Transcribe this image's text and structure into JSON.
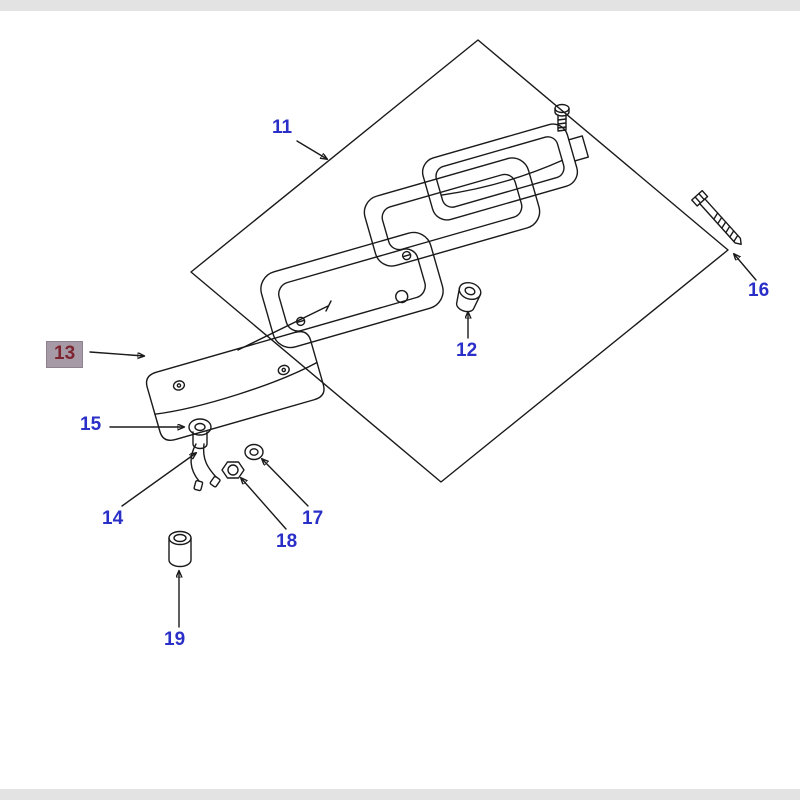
{
  "meta": {
    "title": "Lamp assembly exploded parts diagram",
    "type": "exploded-parts-diagram"
  },
  "canvas": {
    "background": "#ffffff",
    "strip_color": "#e3e3e3",
    "line_color": "#1a1a1a",
    "label_color": "#2a2fc8"
  },
  "highlight": {
    "part_fill": "#f1df3a",
    "label_bg": "#a69aa6",
    "label_color": "#7e2430"
  },
  "callouts": [
    {
      "num": "11",
      "part": "lamp-assembly",
      "highlighted": false
    },
    {
      "num": "12",
      "part": "bulb",
      "highlighted": false
    },
    {
      "num": "13",
      "part": "lamp-base",
      "highlighted": true
    },
    {
      "num": "14",
      "part": "wiring-leads",
      "highlighted": false
    },
    {
      "num": "15",
      "part": "bulb-holder",
      "highlighted": false
    },
    {
      "num": "16",
      "part": "bolt",
      "highlighted": false
    },
    {
      "num": "17",
      "part": "grommet",
      "highlighted": false
    },
    {
      "num": "18",
      "part": "nut",
      "highlighted": false
    },
    {
      "num": "19",
      "part": "cap",
      "highlighted": false
    }
  ]
}
